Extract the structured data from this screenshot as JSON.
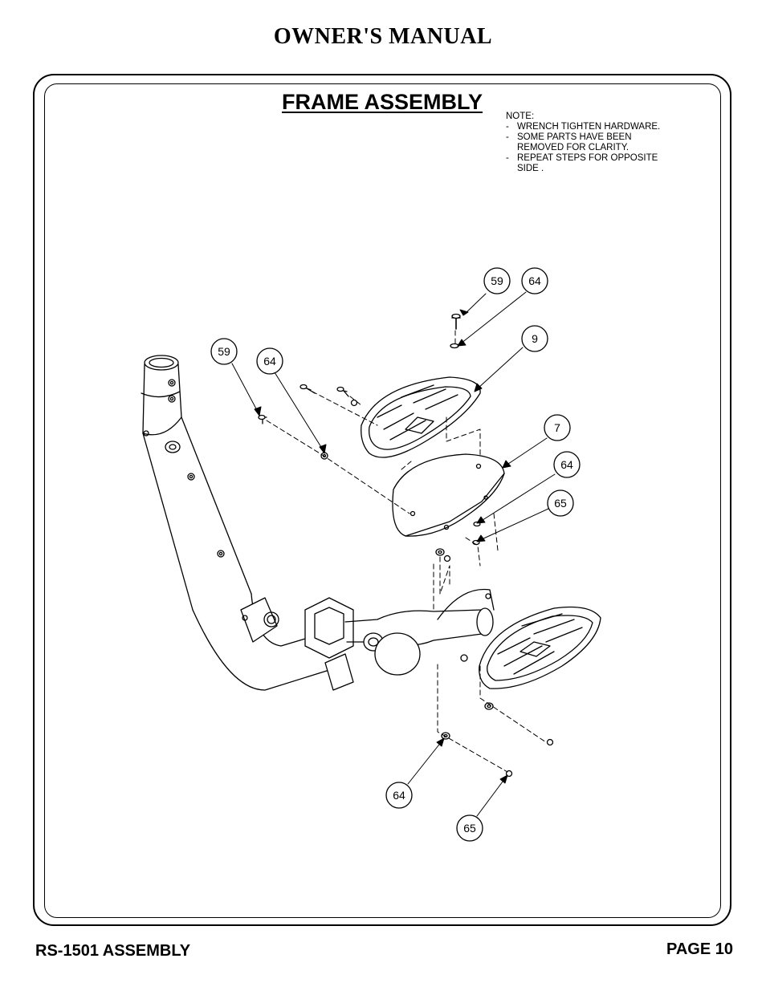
{
  "header": {
    "title": "OWNER'S MANUAL"
  },
  "section": {
    "title": "FRAME ASSEMBLY"
  },
  "note": {
    "heading": "NOTE:",
    "items": [
      {
        "dash": "-",
        "lines": [
          "WRENCH TIGHTEN HARDWARE."
        ]
      },
      {
        "dash": "-",
        "lines": [
          "SOME PARTS HAVE BEEN",
          "REMOVED FOR CLARITY."
        ]
      },
      {
        "dash": "-",
        "lines": [
          "REPEAT STEPS FOR OPPOSITE",
          "SIDE ."
        ]
      }
    ]
  },
  "callouts": [
    "59",
    "64",
    "9",
    "59",
    "64",
    "7",
    "64",
    "65",
    "64",
    "65"
  ],
  "footer": {
    "left": "RS-1501 ASSEMBLY",
    "right": "PAGE 10"
  }
}
